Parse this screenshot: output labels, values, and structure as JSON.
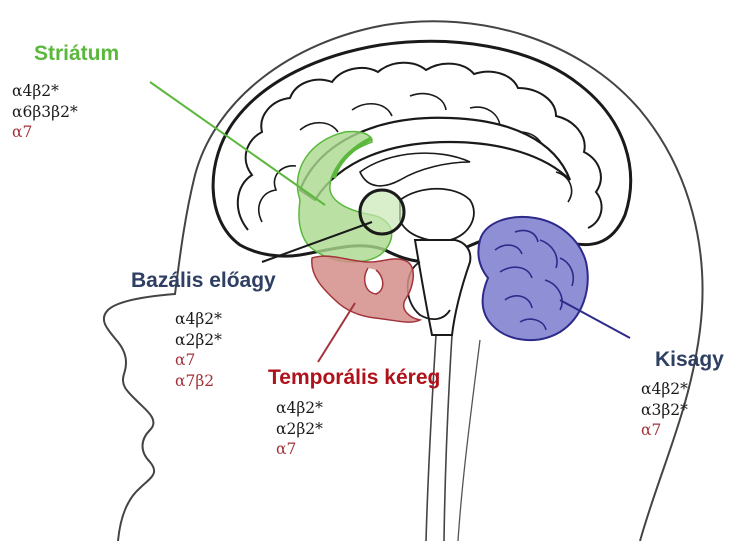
{
  "colors": {
    "black": "#1a1a1a",
    "red": "#a3333b",
    "green": "#5cb83d",
    "navy": "#2e2a8a",
    "striatum_fill": "#a9d98c",
    "temporal_fill": "#d38e8a",
    "cerebellum_fill": "#8f8fd6"
  },
  "regions": {
    "striatum": {
      "label": "Striátum",
      "color": "#5cb83d",
      "subunits": [
        {
          "text": "α4β2*",
          "color": "#1a1a1a"
        },
        {
          "text": "α6β3β2*",
          "color": "#1a1a1a"
        },
        {
          "text": "α7",
          "color": "#a3333b"
        }
      ]
    },
    "basal_forebrain": {
      "label": "Bazális előagy",
      "color": "#2e3f63",
      "subunits": [
        {
          "text": "α4β2*",
          "color": "#1a1a1a"
        },
        {
          "text": "α2β2*",
          "color": "#1a1a1a"
        },
        {
          "text": "α7",
          "color": "#a3333b"
        },
        {
          "text": "α7β2",
          "color": "#a3333b"
        }
      ]
    },
    "temporal_cortex": {
      "label": "Temporális kéreg",
      "color": "#b0121c",
      "subunits": [
        {
          "text": "α4β2*",
          "color": "#1a1a1a"
        },
        {
          "text": "α2β2*",
          "color": "#1a1a1a"
        },
        {
          "text": "α7",
          "color": "#a3333b"
        }
      ]
    },
    "cerebellum": {
      "label": "Kisagy",
      "color": "#2e3f63",
      "subunits": [
        {
          "text": "α4β2*",
          "color": "#1a1a1a"
        },
        {
          "text": "α3β2*",
          "color": "#1a1a1a"
        },
        {
          "text": "α7",
          "color": "#a3333b"
        }
      ]
    }
  }
}
